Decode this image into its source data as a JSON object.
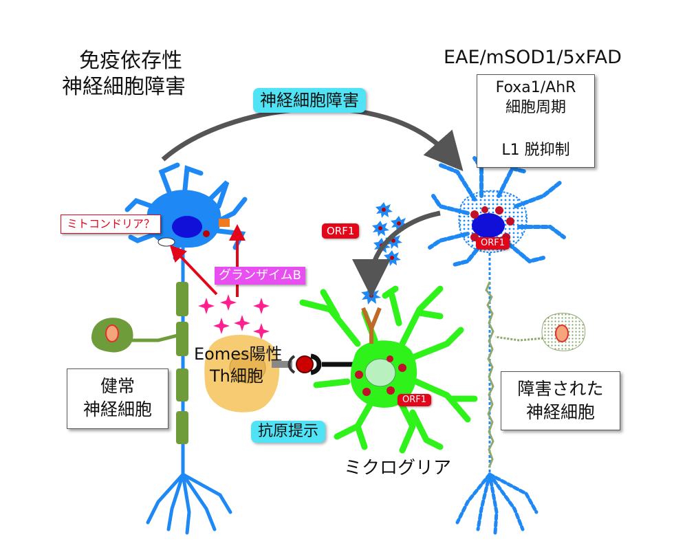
{
  "labels": {
    "immune_title_line1": "免疫依存性",
    "immune_title_line2": "神経細胞障害",
    "disease_models": "EAE/mSOD1/5xFAD",
    "mechanism_line1": "Foxa1/AhR",
    "mechanism_line2": "細胞周期",
    "mechanism_line3": "L1 脱抑制",
    "neuronal_damage": "神経細胞障害",
    "mitochondria": "ミトコンドリア？",
    "granzyme_b": "グランザイムB",
    "orf1_left": "ORF1",
    "orf1_neuron": "ORF1",
    "orf1_microglia": "ORF1",
    "eomes_line1": "Eomes陽性",
    "eomes_line2": "Th細胞",
    "healthy_line1": "健常",
    "healthy_line2": "神経細胞",
    "damaged_line1": "障害された",
    "damaged_line2": "神経細胞",
    "antigen_presentation": "抗原提示",
    "microglia": "ミクログリア"
  },
  "colors": {
    "neuron_blue": "#1e88f5",
    "nucleus_blue": "#1010d8",
    "axon_sheath_green": "#6f9c3a",
    "microglia_green": "#2ef21a",
    "tcell_orange": "#f5c86a",
    "granzyme_pink": "#ff1f8f",
    "arrow_gray": "#555555",
    "arrow_red": "#e3061b",
    "label_cyan": "#4fe3f5",
    "tag_red": "#e3061b",
    "tag_magenta": "#e84ff0"
  }
}
